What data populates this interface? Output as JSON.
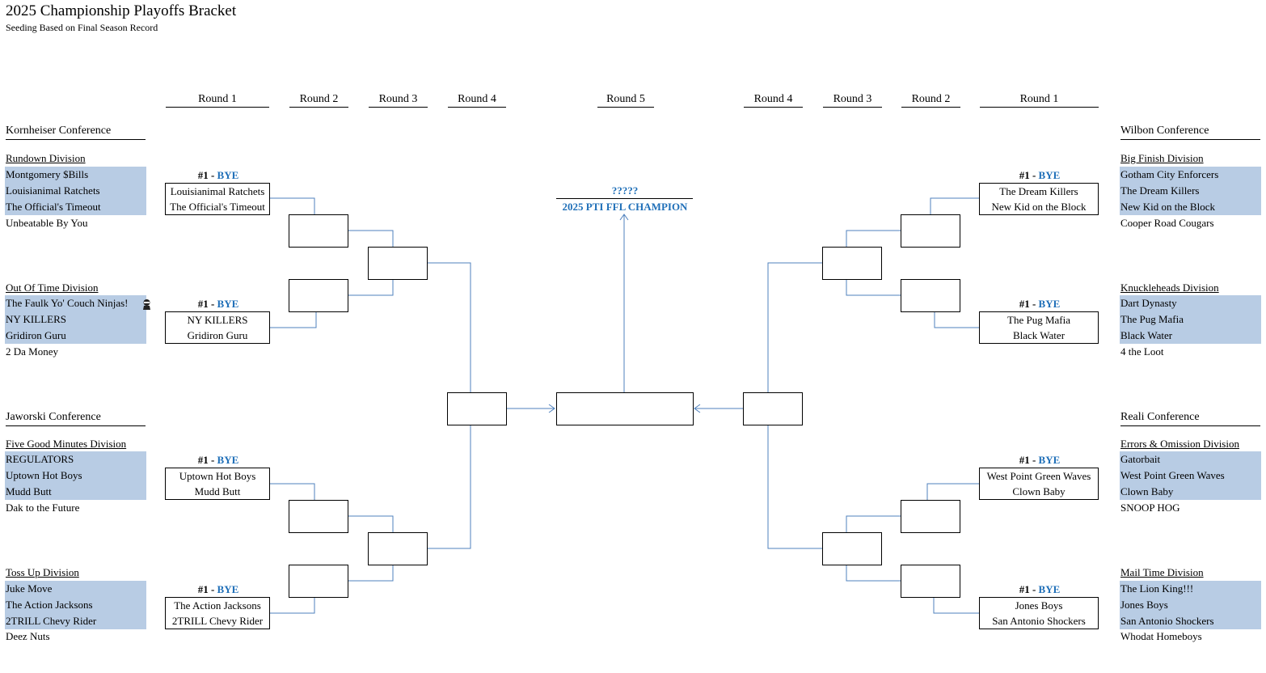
{
  "title": "2025 Championship Playoffs Bracket",
  "subtitle": "Seeding Based on Final Season Record",
  "rounds": {
    "left": [
      "Round 1",
      "Round 2",
      "Round 3",
      "Round 4"
    ],
    "center": "Round 5",
    "right": [
      "Round 4",
      "Round 3",
      "Round 2",
      "Round 1"
    ]
  },
  "conferences": {
    "kornheiser": "Kornheiser Conference",
    "jaworski": "Jaworski Conference",
    "wilbon": "Wilbon Conference",
    "reali": "Reali Conference"
  },
  "divisions": {
    "rundown": {
      "name": "Rundown Division",
      "teams": [
        "Montgomery $Bills",
        "Louisianimal Ratchets",
        "The Official's Timeout",
        "Unbeatable By You"
      ]
    },
    "outoftime": {
      "name": "Out Of Time Division",
      "teams": [
        "The Faulk Yo' Couch Ninjas!",
        "NY KILLERS",
        "Gridiron Guru",
        "2 Da Money"
      ]
    },
    "fivegood": {
      "name": "Five Good Minutes Division",
      "teams": [
        "REGULATORS",
        "Uptown Hot Boys",
        "Mudd Butt",
        "Dak to the Future"
      ]
    },
    "tossup": {
      "name": "Toss Up Division",
      "teams": [
        "Juke Move",
        "The Action Jacksons",
        "2TRILL Chevy Rider",
        "Deez Nuts"
      ]
    },
    "bigfinish": {
      "name": "Big Finish Division",
      "teams": [
        "Gotham City Enforcers",
        "The Dream Killers",
        "New Kid on the Block",
        "Cooper Road Cougars"
      ]
    },
    "knuckle": {
      "name": "Knuckleheads Division",
      "teams": [
        "Dart Dynasty",
        "The Pug Mafia",
        "Black Water",
        "4 the Loot"
      ]
    },
    "errors": {
      "name": "Errors & Omission Division",
      "teams": [
        "Gatorbait",
        "West Point Green Waves",
        "Clown Baby",
        "SNOOP HOG"
      ]
    },
    "mail": {
      "name": "Mail Time Division",
      "teams": [
        "The Lion King!!!",
        "Jones Boys",
        "San Antonio Shockers",
        "Whodat Homeboys"
      ]
    }
  },
  "bye": {
    "seed": "#1 - ",
    "label": "BYE"
  },
  "matchups": {
    "l1": [
      "Louisianimal Ratchets",
      "The Official's Timeout"
    ],
    "l2": [
      "NY KILLERS",
      "Gridiron Guru"
    ],
    "l3": [
      "Uptown Hot Boys",
      "Mudd Butt"
    ],
    "l4": [
      "The Action Jacksons",
      "2TRILL Chevy Rider"
    ],
    "r1": [
      "The Dream Killers",
      "New Kid on the Block"
    ],
    "r2": [
      "The Pug Mafia",
      "Black Water"
    ],
    "r3": [
      "West Point Green Waves",
      "Clown Baby"
    ],
    "r4": [
      "Jones Boys",
      "San Antonio Shockers"
    ]
  },
  "champion": {
    "name": "?????",
    "label": "2025 PTI FFL CHAMPION"
  },
  "colors": {
    "accent": "#1f6fb8",
    "highlight": "#b8cce4",
    "line": "#4f81bd"
  },
  "icons": {
    "ninja": "ninja-icon"
  }
}
